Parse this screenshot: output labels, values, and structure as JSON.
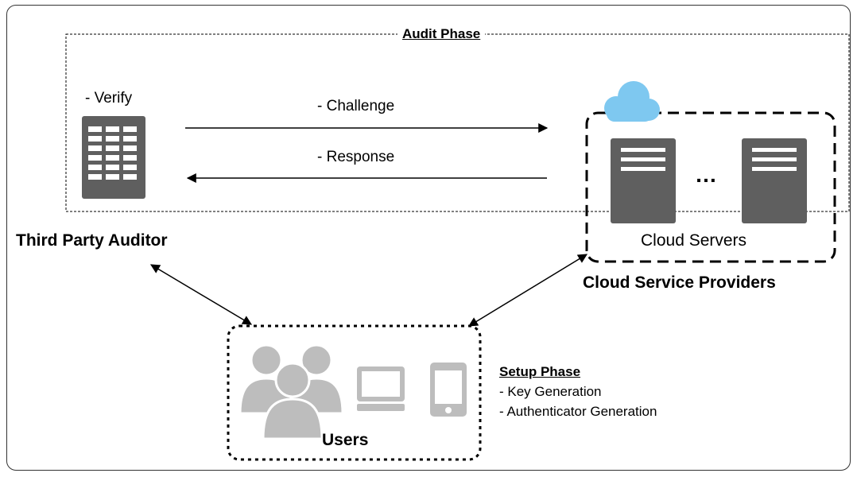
{
  "audit_phase": {
    "title": "Audit Phase",
    "verify_label": "- Verify",
    "challenge_label": "- Challenge",
    "response_label": "- Response"
  },
  "third_party_auditor": {
    "label": "Third Party Auditor",
    "icon": "building-icon"
  },
  "cloud": {
    "servers_label": "Cloud Servers",
    "ellipsis": "…",
    "providers_label": "Cloud Service Providers",
    "cloud_color": "#7ec8f0",
    "server_icon": "server-icon"
  },
  "users": {
    "label": "Users",
    "icons": [
      "users-group-icon",
      "desktop-computer-icon",
      "smartphone-icon"
    ]
  },
  "setup_phase": {
    "title": "Setup Phase",
    "items": [
      "- Key Generation",
      "- Authenticator Generation"
    ]
  },
  "colors": {
    "icon_gray": "#5f5f5f",
    "user_gray": "#bdbdbd"
  }
}
